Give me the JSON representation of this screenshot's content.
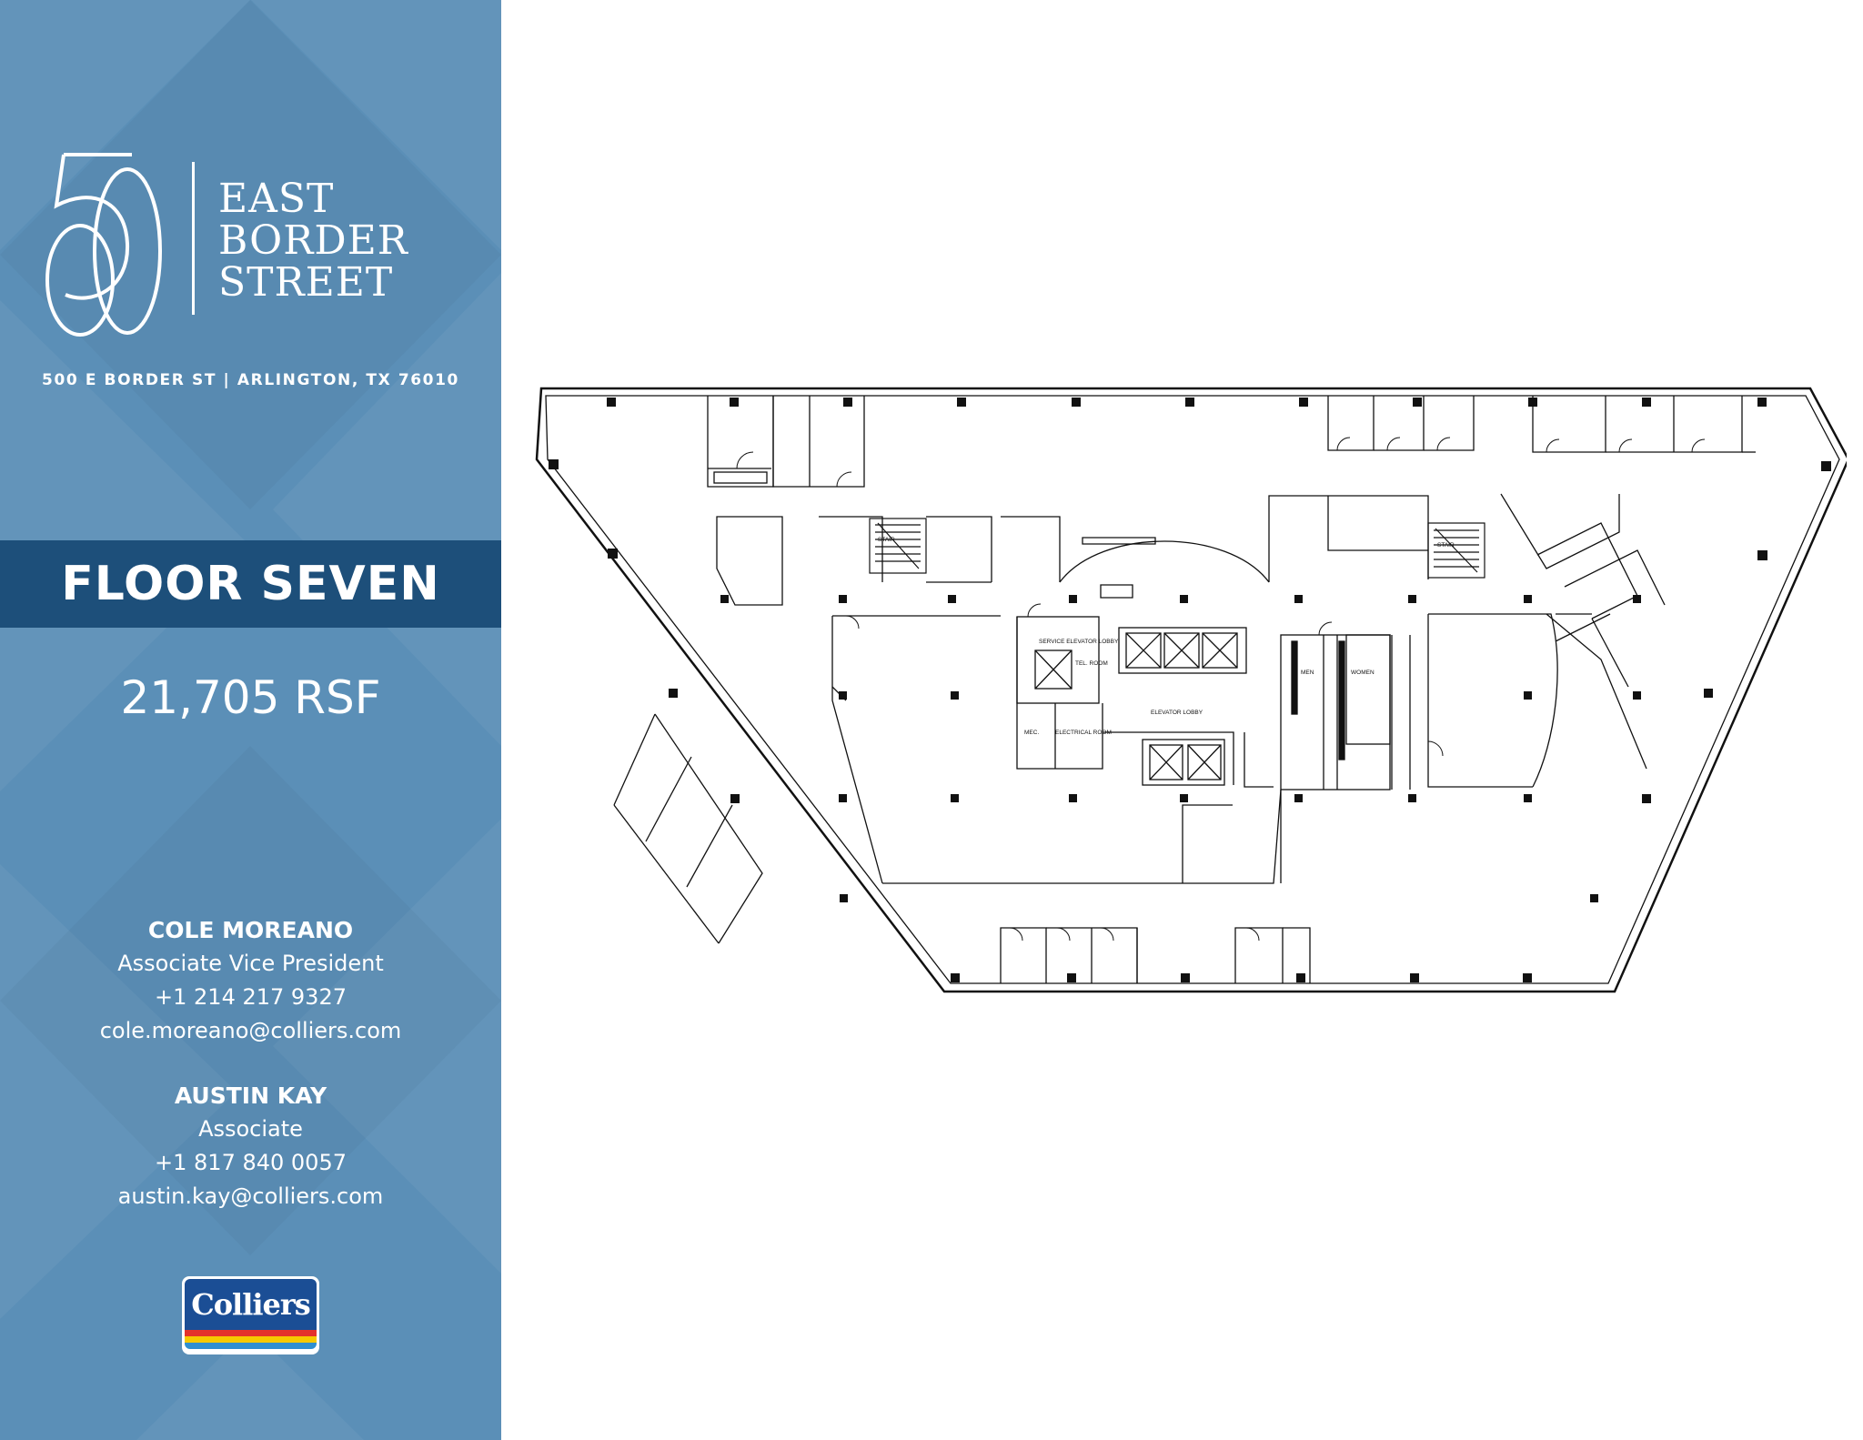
{
  "brand": {
    "logo_number": "500",
    "name_lines": [
      "EAST",
      "BORDER",
      "STREET"
    ]
  },
  "address": "500 E BORDER ST | ARLINGTON, TX 76010",
  "floor": {
    "title": "FLOOR SEVEN",
    "area": "21,705 RSF"
  },
  "contacts": [
    {
      "name": "COLE MOREANO",
      "title": "Associate Vice President",
      "phone": "+1 214 217 9327",
      "email": "cole.moreano@colliers.com"
    },
    {
      "name": "AUSTIN KAY",
      "title": "Associate",
      "phone": "+1 817 840 0057",
      "email": "austin.kay@colliers.com"
    }
  ],
  "company_logo": "Colliers",
  "plan_labels": {
    "elevator_lobby": "ELEVATOR LOBBY",
    "service_lobby": "SERVICE ELEVATOR LOBBY",
    "tel_room": "TEL. ROOM",
    "electrical_room": "ELECTRICAL ROOM",
    "mech": "MEC.",
    "men": "MEN",
    "women": "WOMEN",
    "stair": "STAIR"
  },
  "colors": {
    "sidebar": "#5b8fb7",
    "floor_band": "#1d4f7a",
    "colliers_blue": "#1b4e95",
    "stripe_red": "#e4322b",
    "stripe_yellow": "#f6c900",
    "stripe_blue": "#2f8fd0"
  }
}
